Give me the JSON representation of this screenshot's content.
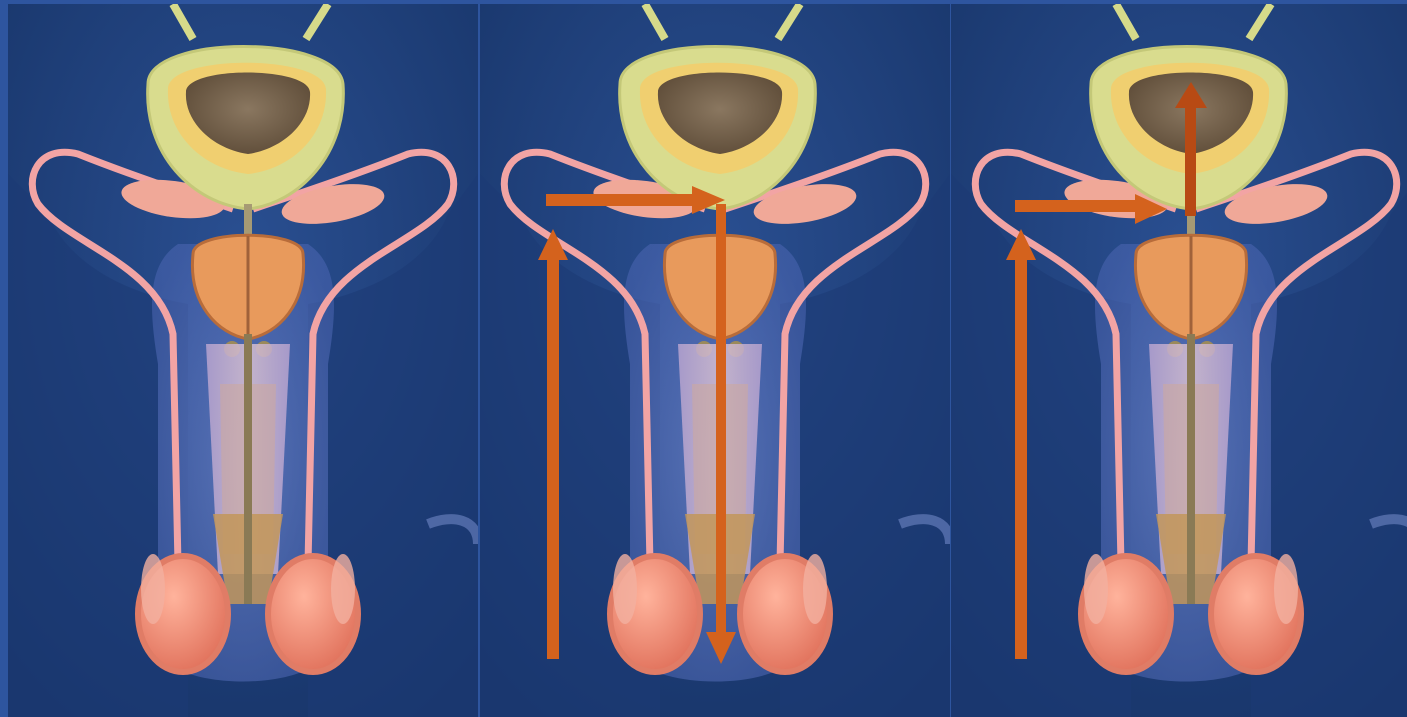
{
  "figure": {
    "panels": [
      {
        "id": "panel-1",
        "arrows": []
      },
      {
        "id": "panel-2",
        "arrows": [
          "up-left",
          "right-to-bladder-neck",
          "down-urethra"
        ]
      },
      {
        "id": "panel-3",
        "arrows": [
          "up-left",
          "right-to-bladder-neck",
          "up-into-bladder"
        ]
      }
    ],
    "colors": {
      "background": "#1f3f7a",
      "arrow": "#d4621d",
      "bladder": "#d8dc8c",
      "prostate": "#e89a5c",
      "testis": "#f08870",
      "duct": "#f0a0a0"
    }
  }
}
